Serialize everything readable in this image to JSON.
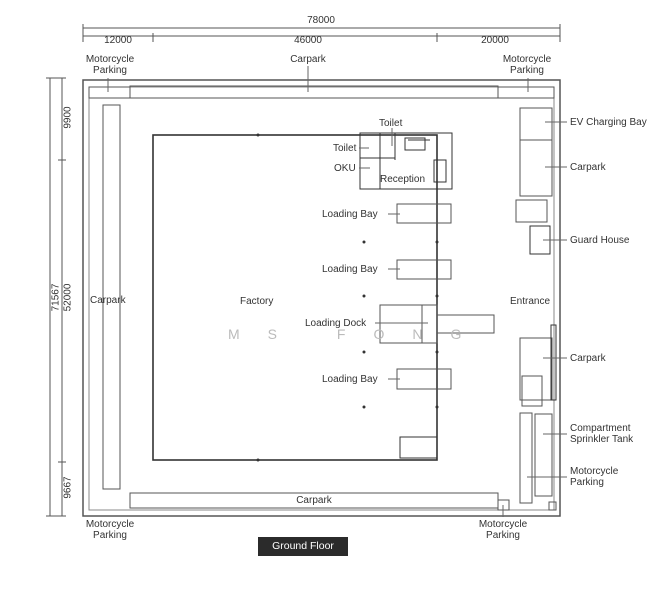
{
  "dimensions": {
    "total_width": "78000",
    "widths": [
      "12000",
      "46000",
      "20000"
    ],
    "total_depth": "71567",
    "depths": [
      "9900",
      "52000",
      "9667"
    ]
  },
  "labels": {
    "moto_tl": "Motorcycle Parking",
    "carpark_top": "Carpark",
    "moto_tr": "Motorcycle Parking",
    "ev": "EV Charging Bay",
    "carpark_r1": "Carpark",
    "guard": "Guard House",
    "entrance": "Entrance",
    "carpark_r2": "Carpark",
    "sprinkler": "Compartment Sprinkler Tank",
    "moto_r": "Motorcycle Parking",
    "carpark_left": "Carpark",
    "factory": "Factory",
    "toilet1": "Toilet",
    "toilet2": "Toilet",
    "oku": "OKU",
    "reception": "Reception",
    "loading_bay_1": "Loading Bay",
    "loading_bay_2": "Loading Bay",
    "loading_dock": "Loading Dock",
    "loading_bay_3": "Loading Bay",
    "carpark_bottom": "Carpark",
    "moto_bl": "Motorcycle Parking",
    "moto_br": "Motorcycle Parking"
  },
  "floor_label": "Ground Floor",
  "watermark": "MS FONG"
}
